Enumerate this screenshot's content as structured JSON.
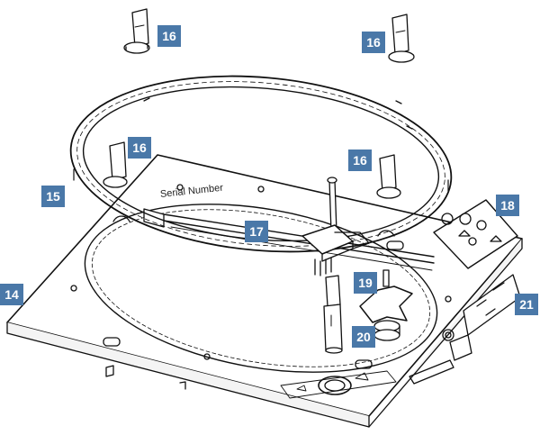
{
  "callout_color": "#4a78a8",
  "line_color": "#111111",
  "engraved_label": "Serial Number",
  "callouts": [
    {
      "id": "c14",
      "label": "14"
    },
    {
      "id": "c15",
      "label": "15"
    },
    {
      "id": "c16a",
      "label": "16"
    },
    {
      "id": "c16b",
      "label": "16"
    },
    {
      "id": "c16c",
      "label": "16"
    },
    {
      "id": "c16d",
      "label": "16"
    },
    {
      "id": "c17",
      "label": "17"
    },
    {
      "id": "c18",
      "label": "18"
    },
    {
      "id": "c19",
      "label": "19"
    },
    {
      "id": "c20",
      "label": "20"
    },
    {
      "id": "c21",
      "label": "21"
    }
  ]
}
